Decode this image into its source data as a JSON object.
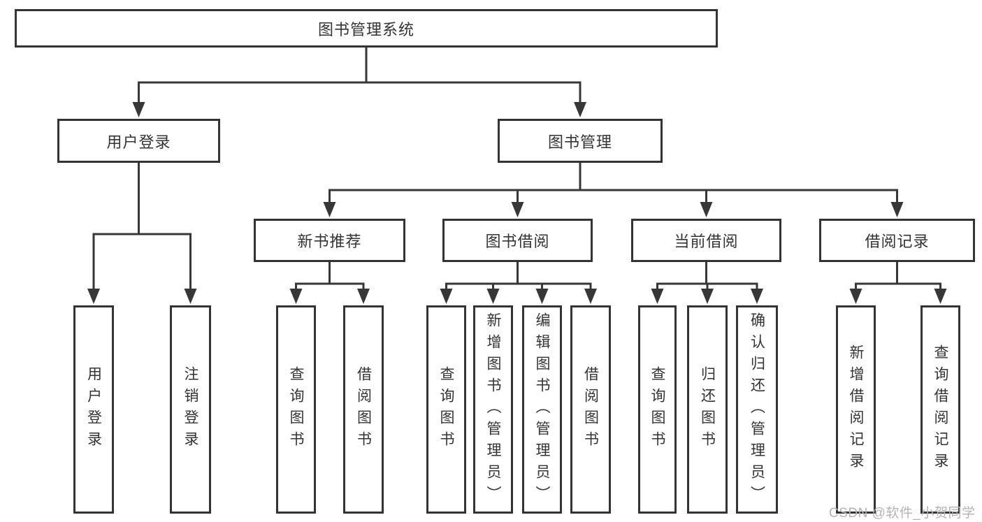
{
  "diagram": {
    "root": {
      "label": "图书管理系统"
    },
    "level2": [
      {
        "id": "user-login",
        "label": "用户登录",
        "parent": "图书管理系统"
      },
      {
        "id": "book-management",
        "label": "图书管理",
        "parent": "图书管理系统"
      }
    ],
    "level3": [
      {
        "id": "new-book-recommend",
        "label": "新书推荐",
        "parent": "图书管理"
      },
      {
        "id": "book-borrowing",
        "label": "图书借阅",
        "parent": "图书管理"
      },
      {
        "id": "current-borrowing",
        "label": "当前借阅",
        "parent": "图书管理"
      },
      {
        "id": "borrowing-records",
        "label": "借阅记录",
        "parent": "图书管理"
      }
    ],
    "leaves": [
      {
        "id": "user-login-leaf",
        "label": "用户登录",
        "parent": "用户登录"
      },
      {
        "id": "logout",
        "label": "注销登录",
        "parent": "用户登录"
      },
      {
        "id": "query-books-recommend",
        "label": "查询图书",
        "parent": "新书推荐"
      },
      {
        "id": "borrow-books-recommend",
        "label": "借阅图书",
        "parent": "新书推荐"
      },
      {
        "id": "query-books-borrowing",
        "label": "查询图书",
        "parent": "图书借阅"
      },
      {
        "id": "add-books-admin",
        "label": "新增图书（管理员）",
        "parent": "图书借阅"
      },
      {
        "id": "edit-books-admin",
        "label": "编辑图书（管理员）",
        "parent": "图书借阅"
      },
      {
        "id": "borrow-books",
        "label": "借阅图书",
        "parent": "图书借阅"
      },
      {
        "id": "query-books-current",
        "label": "查询图书",
        "parent": "当前借阅"
      },
      {
        "id": "return-books",
        "label": "归还图书",
        "parent": "当前借阅"
      },
      {
        "id": "confirm-return-admin",
        "label": "确认归还（管理员）",
        "parent": "当前借阅"
      },
      {
        "id": "add-borrow-record",
        "label": "新增借阅记录",
        "parent": "借阅记录"
      },
      {
        "id": "query-borrow-record",
        "label": "查询借阅记录",
        "parent": "借阅记录"
      }
    ],
    "watermark": "CSDN @软件_小贺同学",
    "colors": {
      "line": "#373737",
      "box_border": "#333333",
      "text": "#333333",
      "watermark": "#b3b3b3",
      "background": "#ffffff"
    }
  }
}
